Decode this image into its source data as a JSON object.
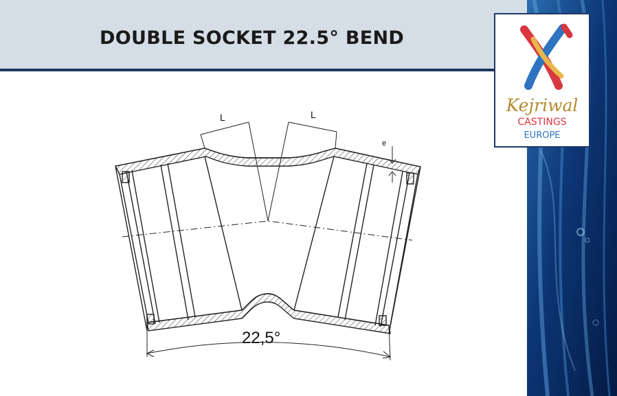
{
  "title": "DOUBLE SOCKET 22.5° BEND",
  "logo": {
    "script_text": "Kejriwal",
    "line2": "CASTINGS",
    "line3": "EUROPE"
  },
  "diagram": {
    "label_l_left": "L",
    "label_l_right": "L",
    "label_e": "e",
    "angle_label": "22,5°"
  },
  "colors": {
    "title_bg": "#d5dee6",
    "title_rule": "#1f3864",
    "side_dark": "#07245a",
    "side_light": "#3f86c8",
    "logo_gold": "#b38a2e",
    "logo_red": "#d9373f",
    "logo_blue": "#2f74c0"
  }
}
